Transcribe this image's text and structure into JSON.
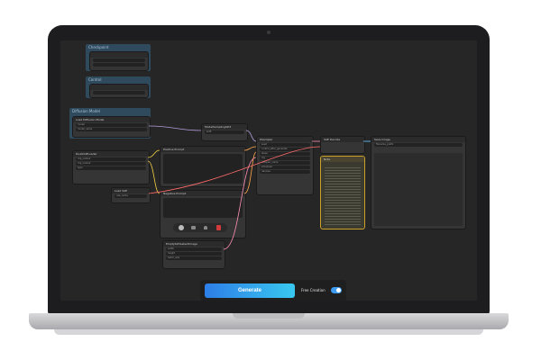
{
  "groups": {
    "group1": {
      "title": "Checkpoint"
    },
    "group2": {
      "title": "Control"
    },
    "group3": {
      "title": "Diffusion Model"
    }
  },
  "nodes": {
    "loader": {
      "title": "Load Diffusion Model",
      "row1": "model",
      "row2": "model_name"
    },
    "clip": {
      "title": "DualCLIPLoader",
      "row1": "clip_name1",
      "row2": "clip_name2",
      "row3": "type"
    },
    "vae": {
      "title": "Load VAE",
      "row1": "vae_name"
    },
    "sampling": {
      "title": "ModelSamplingSD3",
      "row1": "shift"
    },
    "positive": {
      "title": "Positive Prompt"
    },
    "negative": {
      "title": "Negative Prompt"
    },
    "ksampler": {
      "title": "KSampler",
      "row1": "seed",
      "row2": "control_after_generate",
      "row3": "steps",
      "row4": "cfg",
      "row5": "sampler_name",
      "row6": "scheduler",
      "row7": "denoise"
    },
    "decode": {
      "title": "VAE Decode"
    },
    "save": {
      "title": "Save Image",
      "row1": "filename_prefix"
    },
    "latent": {
      "title": "EmptySD3LatentImage",
      "row1": "width",
      "row2": "height",
      "row3": "batch_size"
    },
    "note": {
      "title": "Note"
    }
  },
  "bottom_bar": {
    "generate_label": "Generate",
    "free_creation_label": "Free Creation"
  },
  "colors": {
    "accent_start": "#2d7ee8",
    "accent_end": "#38c8f0",
    "note_border": "#c9a227",
    "group_fill": "#2f4a5c"
  }
}
